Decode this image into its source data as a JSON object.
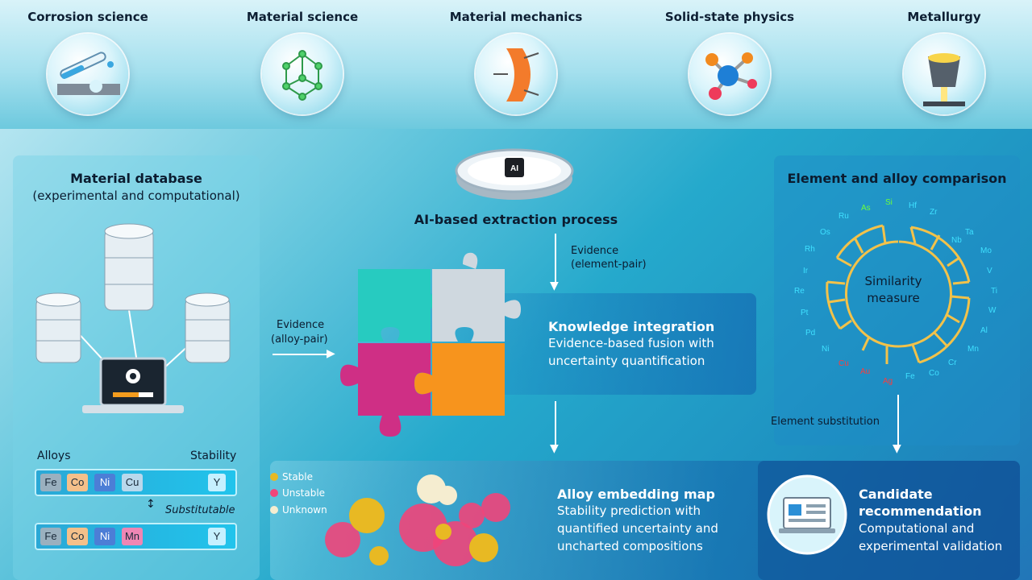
{
  "fields": [
    {
      "label": "Corrosion science",
      "icon": "corrosion-icon"
    },
    {
      "label": "Material science",
      "icon": "crystal-lattice-icon"
    },
    {
      "label": "Material mechanics",
      "icon": "stress-block-icon"
    },
    {
      "label": "Solid-state physics",
      "icon": "molecule-icon"
    },
    {
      "label": "Metallurgy",
      "icon": "crucible-icon"
    }
  ],
  "database": {
    "title": "Material database",
    "subtitle": "(experimental and computational)",
    "alloys_label": "Alloys",
    "stability_label": "Stability",
    "substitutable_label": "Substitutable",
    "alloy_rows": [
      {
        "elements": [
          "Fe",
          "Co",
          "Ni",
          "Cu"
        ],
        "stability": "Y"
      },
      {
        "elements": [
          "Fe",
          "Co",
          "Ni",
          "Mn"
        ],
        "stability": "Y"
      }
    ]
  },
  "extraction": {
    "title": "AI-based extraction process",
    "chip_text": "AI"
  },
  "evidence_element": {
    "line1": "Evidence",
    "line2": "(element-pair)"
  },
  "evidence_alloy": {
    "line1": "Evidence",
    "line2": "(alloy-pair)"
  },
  "knowledge": {
    "title": "Knowledge integration",
    "line1": "Evidence-based fusion with",
    "line2": "uncertainty quantification"
  },
  "comparison": {
    "title": "Element and alloy comparison",
    "center_line1": "Similarity",
    "center_line2": "measure",
    "elements": [
      "Hf",
      "Zr",
      "Nb",
      "Ta",
      "Mo",
      "V",
      "Ti",
      "W",
      "Al",
      "Mn",
      "Cr",
      "Co",
      "Fe",
      "Ag",
      "Au",
      "Cu",
      "Ni",
      "Pd",
      "Pt",
      "Re",
      "Ir",
      "Rh",
      "Os",
      "Ru",
      "As",
      "Si"
    ],
    "colors": {
      "cyan": "#3fe0ff",
      "red": "#ff3b3b",
      "green": "#6dff3b",
      "tree": "#f2c24a"
    }
  },
  "element_substitution": "Element substitution",
  "embedding": {
    "legend": [
      "Stable",
      "Unstable",
      "Unknown"
    ],
    "legend_colors": [
      "#e8b923",
      "#f0457a",
      "#f5edd0"
    ],
    "title": "Alloy embedding map",
    "line1": "Stability prediction with",
    "line2": "quantified uncertainty and",
    "line3": "uncharted compositions"
  },
  "candidate": {
    "title_line1": "Candidate",
    "title_line2": "recommendation",
    "line1": "Computational and",
    "line2": "experimental validation"
  }
}
